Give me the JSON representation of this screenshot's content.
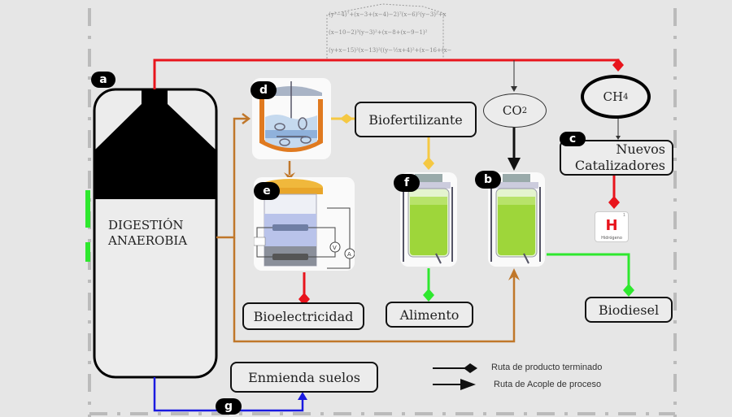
{
  "formula": {
    "lines": [
      "(y²−4)⁷+(x−3+(x−4)−2)⁷(x−6)⁵(y−3)²+x",
      "(x−10−2)³(y−3)²+(x−8+(x−9−1)²",
      "(y+x−15)²(x−13)²((y−½x+4)²+(x−16+(x−"
    ]
  },
  "nodes": {
    "digestor": {
      "badge": "a",
      "label_line1": "DIGESTIÓN",
      "label_line2": "ANAEROBIA"
    },
    "reactor_d": {
      "badge": "d"
    },
    "cell_e": {
      "badge": "e"
    },
    "photobioreactor_f": {
      "badge": "f"
    },
    "photobioreactor_b": {
      "badge": "b"
    },
    "catalysts": {
      "badge": "c",
      "label_line1": "Nuevos",
      "label_line2": "Catalizadores"
    },
    "soil": {
      "badge": "g",
      "label": "Enmienda suelos"
    },
    "biofertilizer": {
      "label": "Biofertilizante"
    },
    "bioelectricity": {
      "label": "Bioelectricidad"
    },
    "food": {
      "label": "Alimento"
    },
    "biodiesel": {
      "label": "Biodiesel"
    },
    "co2": {
      "label": "CO",
      "sub": "2"
    },
    "ch4": {
      "label": "CH",
      "sub": "4"
    },
    "hydrogen": {
      "symbol": "H",
      "name": "Hidrógeno",
      "number": "1"
    }
  },
  "legend": {
    "finished_product": "Ruta de producto terminado",
    "process_coupling": "Ruta de Acople de proceso"
  },
  "colors": {
    "red_route": "#e8141c",
    "orange_route": "#c0772a",
    "green_route": "#2ee82e",
    "yellow_route": "#f5c842",
    "blue_route": "#1a1ae0",
    "black_route": "#111111"
  }
}
